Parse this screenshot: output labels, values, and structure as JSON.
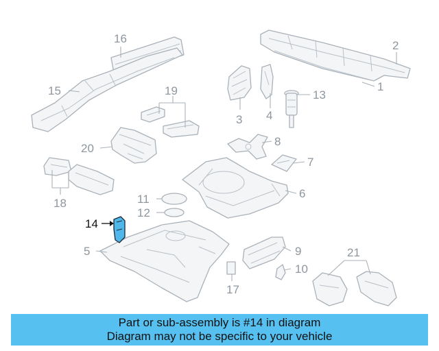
{
  "colors": {
    "banner_bg": "#56c0f0",
    "highlight_fill": "#4fb7ea",
    "part_stroke": "#a9b1b9",
    "callout_text": "#8e969e"
  },
  "highlighted_part": "14",
  "callouts": {
    "c1": "1",
    "c2": "2",
    "c3": "3",
    "c4": "4",
    "c5": "5",
    "c6": "6",
    "c7": "7",
    "c8": "8",
    "c9": "9",
    "c10": "10",
    "c11": "11",
    "c12": "12",
    "c13": "13",
    "c14": "14",
    "c15": "15",
    "c16": "16",
    "c17": "17",
    "c18": "18",
    "c19": "19",
    "c20": "20",
    "c21": "21"
  },
  "banner": {
    "line1": "Part or sub-assembly is #14 in diagram",
    "line2": "Diagram may not be specific to your vehicle"
  }
}
